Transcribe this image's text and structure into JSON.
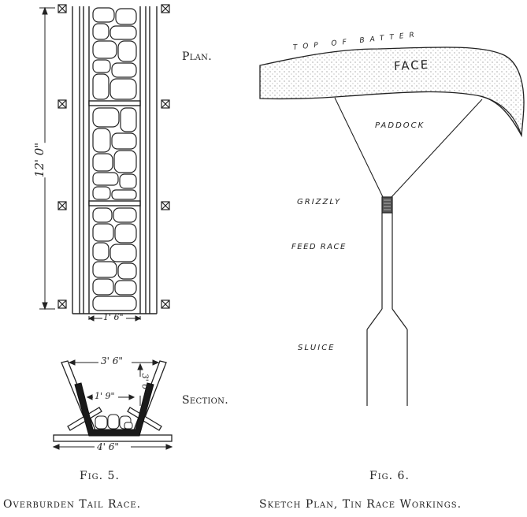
{
  "figure5": {
    "plan_label": "Plan.",
    "section_label": "Section.",
    "dim_length": "12' 0\"",
    "dim_width": "1' 6\"",
    "dim_top_width": "3' 6\"",
    "dim_depth": "3' 0\"",
    "dim_bottom_width": "1' 9\"",
    "dim_base_width": "4' 6\"",
    "fig_label": "Fig. 5.",
    "caption": "Overburden Tail Race."
  },
  "figure6": {
    "top_of_batter": "TOP OF BATTER",
    "face": "FACE",
    "paddock": "PADDOCK",
    "grizzly": "GRIZZLY",
    "feed_race": "FEED RACE",
    "sluice": "SLUICE",
    "fig_label": "Fig. 6.",
    "caption": "Sketch Plan, Tin Race Workings."
  }
}
